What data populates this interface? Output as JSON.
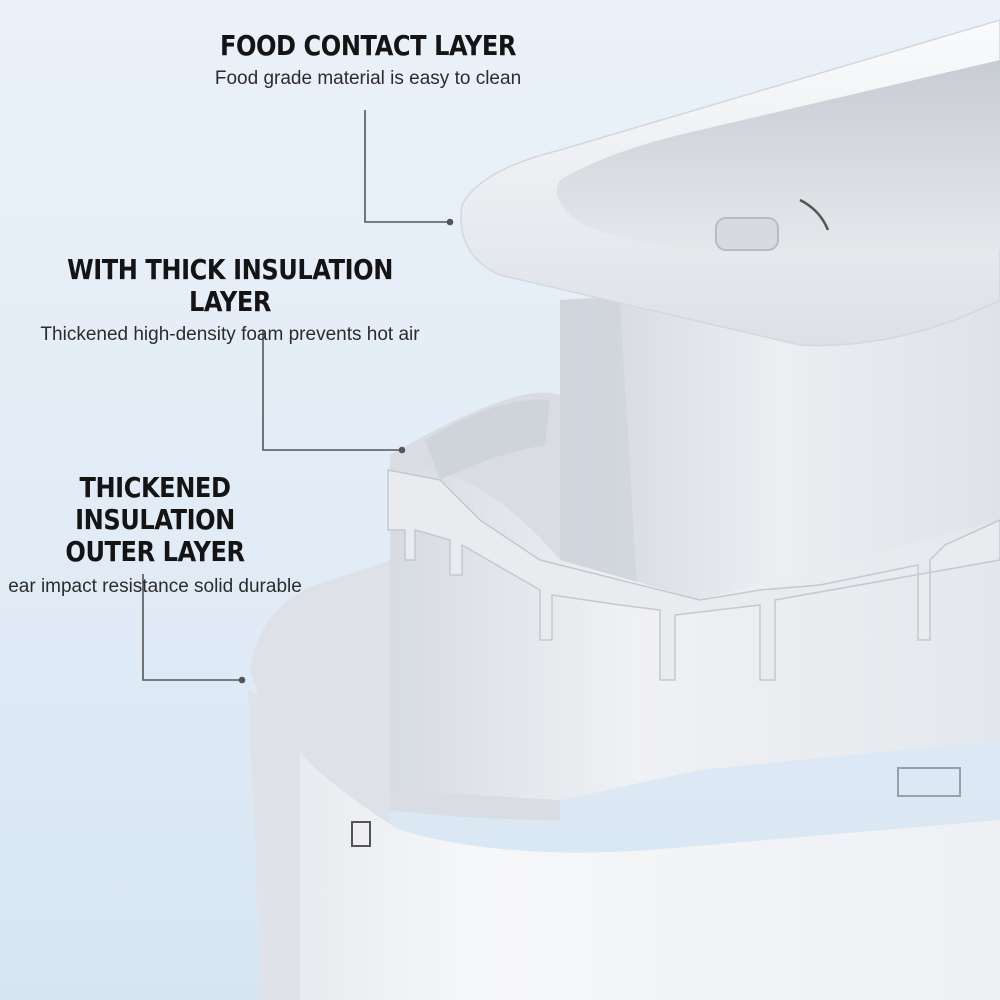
{
  "callouts": [
    {
      "title": "FOOD CONTACT LAYER",
      "subtitle": "Food grade material is easy to clean"
    },
    {
      "title": "WITH THICK INSULATION LAYER",
      "subtitle": "Thickened high-density foam prevents hot air"
    },
    {
      "title_line1": "THICKENED INSULATION",
      "title_line2": "OUTER LAYER",
      "subtitle": "ear impact resistance solid durable"
    }
  ],
  "colors": {
    "background": "#e3edf7",
    "shell": "#f1f3f6",
    "shell_shadow": "#c9ced6",
    "text": "#141414",
    "leader_line": "#555555"
  }
}
